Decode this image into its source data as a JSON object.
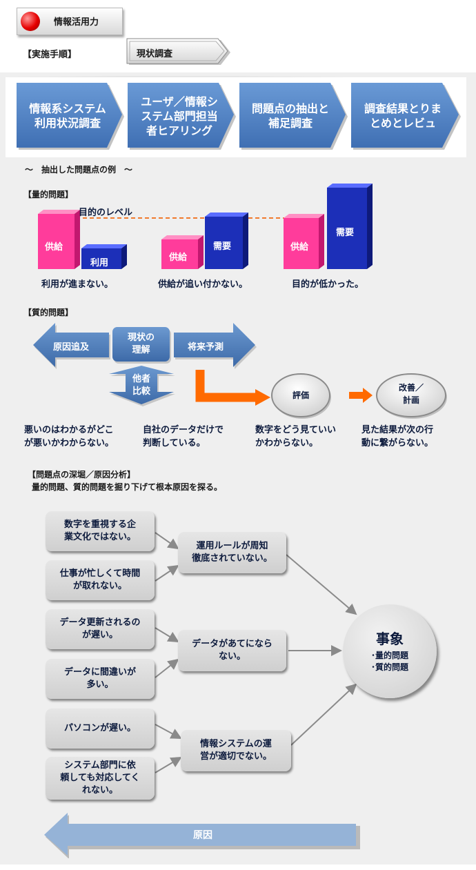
{
  "header": {
    "title": "情報活用力"
  },
  "procedure": {
    "label": "【実施手順】",
    "current_step": "現状調査"
  },
  "steps": [
    {
      "label_line1": "情報系システム",
      "label_line2": "利用状況調査",
      "label_line3": ""
    },
    {
      "label_line1": "ユーザ／情報シ",
      "label_line2": "ステム部門担当",
      "label_line3": "者ヒアリング"
    },
    {
      "label_line1": "問題点の抽出と",
      "label_line2": "補足調査",
      "label_line3": ""
    },
    {
      "label_line1": "調査結果とりま",
      "label_line2": "とめとレビュ",
      "label_line3": ""
    }
  ],
  "examples_heading": "～　抽出した問題点の例　～",
  "quantitative": {
    "heading": "【量的問題】",
    "target_label": "目的のレベル",
    "supply_label": "供給",
    "use_label": "利用",
    "demand_label": "需要",
    "captions": [
      "利用が進まない。",
      "供給が追い付かない。",
      "目的が低かった。"
    ]
  },
  "qualitative": {
    "heading": "【質的問題】",
    "cause_label": "原因追及",
    "understand_line1": "現状の",
    "understand_line2": "理解",
    "forecast_label": "将来予測",
    "compare_line1": "他者",
    "compare_line2": "比較",
    "evaluate_label": "評価",
    "improve_line1": "改善／",
    "improve_line2": "計画",
    "notes": [
      {
        "line1": "悪いのはわかるがどこ",
        "line2": "が悪いかわからない。"
      },
      {
        "line1": "自社のデータだけで",
        "line2": "判断している。"
      },
      {
        "line1": "数字をどう見ていい",
        "line2": "かわからない。"
      },
      {
        "line1": "見た結果が次の行",
        "line2": "動に繋がらない。"
      }
    ]
  },
  "analysis": {
    "heading": "【問題点の深堀／原因分析】",
    "subheading": "量的問題、質的問題を掘り下げて根本原因を探る。",
    "causes": [
      {
        "line1": "数字を重視する企",
        "line2": "業文化ではない。",
        "line3": ""
      },
      {
        "line1": "仕事が忙しくて時間",
        "line2": "が取れない。",
        "line3": ""
      },
      {
        "line1": "データ更新されるの",
        "line2": "が遅い。",
        "line3": ""
      },
      {
        "line1": "データに間違いが",
        "line2": "多い。",
        "line3": ""
      },
      {
        "line1": "パソコンが遅い。",
        "line2": "",
        "line3": ""
      },
      {
        "line1": "システム部門に依",
        "line2": "頼しても対応してく",
        "line3": "れない。"
      }
    ],
    "middle": [
      {
        "line1": "運用ルールが周知",
        "line2": "徹底されていない。"
      },
      {
        "line1": "データがあてになら",
        "line2": "ない。"
      },
      {
        "line1": "情報システムの運",
        "line2": "営が適切でない。"
      }
    ],
    "event": {
      "title": "事象",
      "item1": "･量的問題",
      "item2": "･質的問題"
    },
    "cause_arrow_label": "原因"
  },
  "colors": {
    "step_blue": "#4f81c7",
    "pink": "#ff3c9b",
    "navy": "#1c2fb8",
    "orange": "#ff6a00",
    "steel": "#4a78b5",
    "light_arrow": "#95b3d7"
  }
}
